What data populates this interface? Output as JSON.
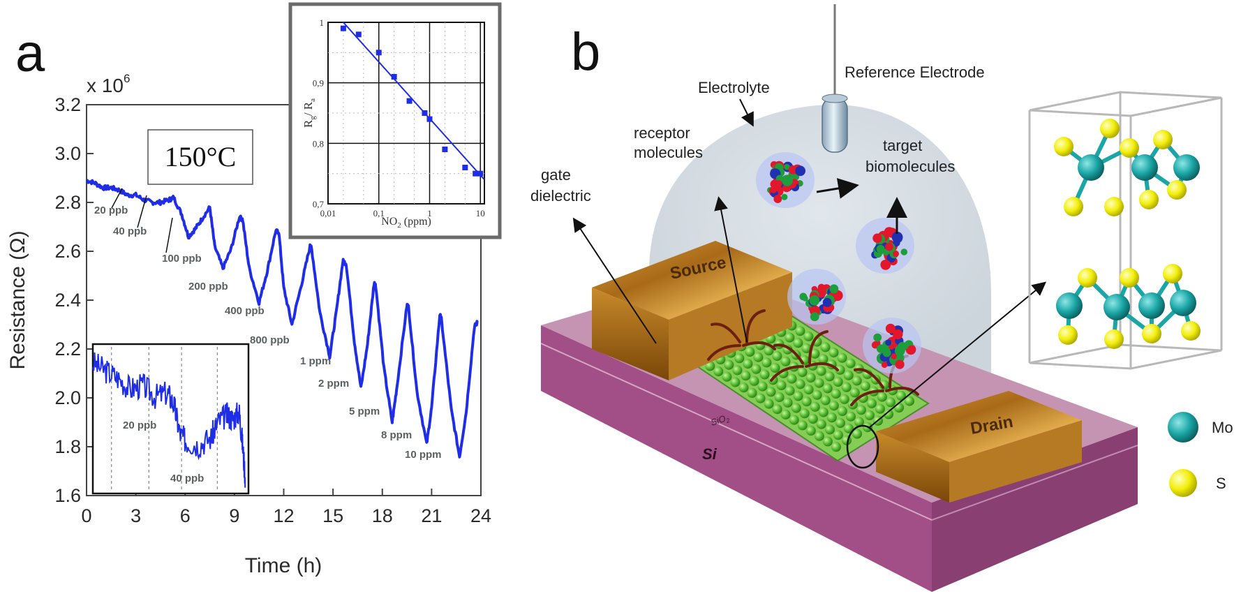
{
  "panel_labels": {
    "a": "a",
    "b": "b"
  },
  "colors": {
    "series": "#1f2ee6",
    "frame": "#333333",
    "mo": "#1aa6a6",
    "s": "#f2ee0a",
    "substrate": "#a24f88",
    "channel": "#6ac93a",
    "electrode": "#b87a1d"
  },
  "chart_data": [
    {
      "type": "line",
      "xlabel": "Time (h)",
      "ylabel": "Resistance (Ω)",
      "y_multiplier": "x 10",
      "y_multiplier_exp": "6",
      "xlim": [
        0,
        24
      ],
      "ylim": [
        1.6,
        3.2
      ],
      "x_ticks": [
        "0",
        "3",
        "6",
        "9",
        "12",
        "15",
        "18",
        "21",
        "24"
      ],
      "y_ticks": [
        "1.6",
        "1.8",
        "2.0",
        "2.2",
        "2.4",
        "2.6",
        "2.8",
        "3.0",
        "3.2"
      ],
      "temperature_label": "150°C",
      "series": [
        {
          "values_xy": [
            [
              0,
              2.89
            ],
            [
              0.5,
              2.88
            ],
            [
              1,
              2.86
            ],
            [
              1.5,
              2.86
            ],
            [
              2,
              2.85
            ],
            [
              2.5,
              2.83
            ],
            [
              3,
              2.83
            ],
            [
              3.5,
              2.81
            ],
            [
              4,
              2.8
            ],
            [
              4.5,
              2.8
            ],
            [
              5.0,
              2.81
            ],
            [
              5.3,
              2.82
            ],
            [
              5.8,
              2.75
            ],
            [
              6.2,
              2.66
            ],
            [
              6.6,
              2.69
            ],
            [
              7.0,
              2.73
            ],
            [
              7.5,
              2.78
            ],
            [
              7.8,
              2.62
            ],
            [
              8.3,
              2.53
            ],
            [
              8.8,
              2.61
            ],
            [
              9.3,
              2.74
            ],
            [
              9.5,
              2.73
            ],
            [
              9.9,
              2.53
            ],
            [
              10.5,
              2.39
            ],
            [
              11.0,
              2.52
            ],
            [
              11.5,
              2.68
            ],
            [
              11.7,
              2.68
            ],
            [
              12.0,
              2.45
            ],
            [
              12.5,
              2.3
            ],
            [
              13.1,
              2.47
            ],
            [
              13.6,
              2.62
            ],
            [
              13.7,
              2.61
            ],
            [
              14.2,
              2.35
            ],
            [
              14.8,
              2.17
            ],
            [
              15.2,
              2.35
            ],
            [
              15.6,
              2.56
            ],
            [
              15.8,
              2.55
            ],
            [
              16.3,
              2.23
            ],
            [
              16.7,
              2.04
            ],
            [
              17.1,
              2.22
            ],
            [
              17.5,
              2.47
            ],
            [
              17.6,
              2.46
            ],
            [
              18.1,
              2.12
            ],
            [
              18.6,
              1.9
            ],
            [
              18.9,
              2.05
            ],
            [
              19.5,
              2.38
            ],
            [
              19.6,
              2.37
            ],
            [
              20.1,
              2.03
            ],
            [
              20.7,
              1.81
            ],
            [
              21.0,
              1.96
            ],
            [
              21.5,
              2.34
            ],
            [
              21.6,
              2.32
            ],
            [
              22.2,
              1.95
            ],
            [
              22.7,
              1.76
            ],
            [
              23.1,
              1.94
            ],
            [
              23.6,
              2.29
            ],
            [
              23.8,
              2.31
            ]
          ]
        }
      ],
      "annotations": [
        "20 ppb",
        "40 ppb",
        "100 ppb",
        "200 ppb",
        "400 ppb",
        "800 ppb",
        "1 ppm",
        "2 ppm",
        "5 ppm",
        "8 ppm",
        "10 ppm"
      ]
    },
    {
      "type": "scatter",
      "xlabel_main": "NO",
      "xlabel_sub": "2",
      "xlabel_unit": " (ppm)",
      "ylabel_main": "R",
      "ylabel_sub1": "g",
      "ylabel_sep": "/ R",
      "ylabel_sub2": "a",
      "x_scale": "log",
      "xlim": [
        0.01,
        10
      ],
      "ylim": [
        0.7,
        1.0
      ],
      "x_ticks": [
        "0,01",
        "0,1",
        "1",
        "10"
      ],
      "y_ticks": [
        "0,7",
        "0,8",
        "0,9",
        "1"
      ],
      "points": [
        [
          0.02,
          0.99
        ],
        [
          0.04,
          0.98
        ],
        [
          0.1,
          0.95
        ],
        [
          0.2,
          0.91
        ],
        [
          0.4,
          0.87
        ],
        [
          0.8,
          0.85
        ],
        [
          1.0,
          0.84
        ],
        [
          2.0,
          0.79
        ],
        [
          5.0,
          0.76
        ],
        [
          8.0,
          0.75
        ],
        [
          10.0,
          0.75
        ]
      ],
      "fit_line": [
        [
          0.02,
          1.0
        ],
        [
          12,
          0.74
        ]
      ]
    },
    {
      "type": "line",
      "xlabel": "",
      "ylabel": "",
      "annotations": [
        "20 ppb",
        "40 ppb"
      ],
      "series": [
        {
          "values_xy": [
            [
              0.0,
              2.09
            ],
            [
              0.8,
              2.07
            ],
            [
              1.6,
              2.05
            ],
            [
              2.4,
              2.02
            ],
            [
              3.2,
              2.03
            ],
            [
              4.0,
              2.0
            ],
            [
              4.8,
              2.01
            ],
            [
              5.2,
              1.98
            ],
            [
              5.6,
              1.9
            ],
            [
              6.0,
              1.88
            ],
            [
              6.8,
              1.87
            ],
            [
              7.6,
              1.89
            ],
            [
              8.0,
              1.93
            ],
            [
              8.6,
              1.95
            ],
            [
              9.0,
              1.94
            ],
            [
              9.4,
              1.96
            ],
            [
              9.6,
              1.88
            ],
            [
              9.8,
              1.78
            ]
          ]
        }
      ]
    }
  ],
  "diagram": {
    "labels": {
      "reference_electrode": "Reference Electrode",
      "electrolyte": "Electrolyte",
      "receptor_line1": "receptor",
      "receptor_line2": "molecules",
      "target_line1": "target",
      "target_line2": "biomolecules",
      "gate_line1": "gate",
      "gate_line2": "dielectric",
      "source": "Source",
      "drain": "Drain",
      "sio2": "SiO",
      "sio2_sub": "2",
      "si": "Si"
    },
    "legend": [
      {
        "atom": "Mo",
        "color": "#1aa6a6"
      },
      {
        "atom": "S",
        "color": "#f2ee0a"
      }
    ]
  }
}
